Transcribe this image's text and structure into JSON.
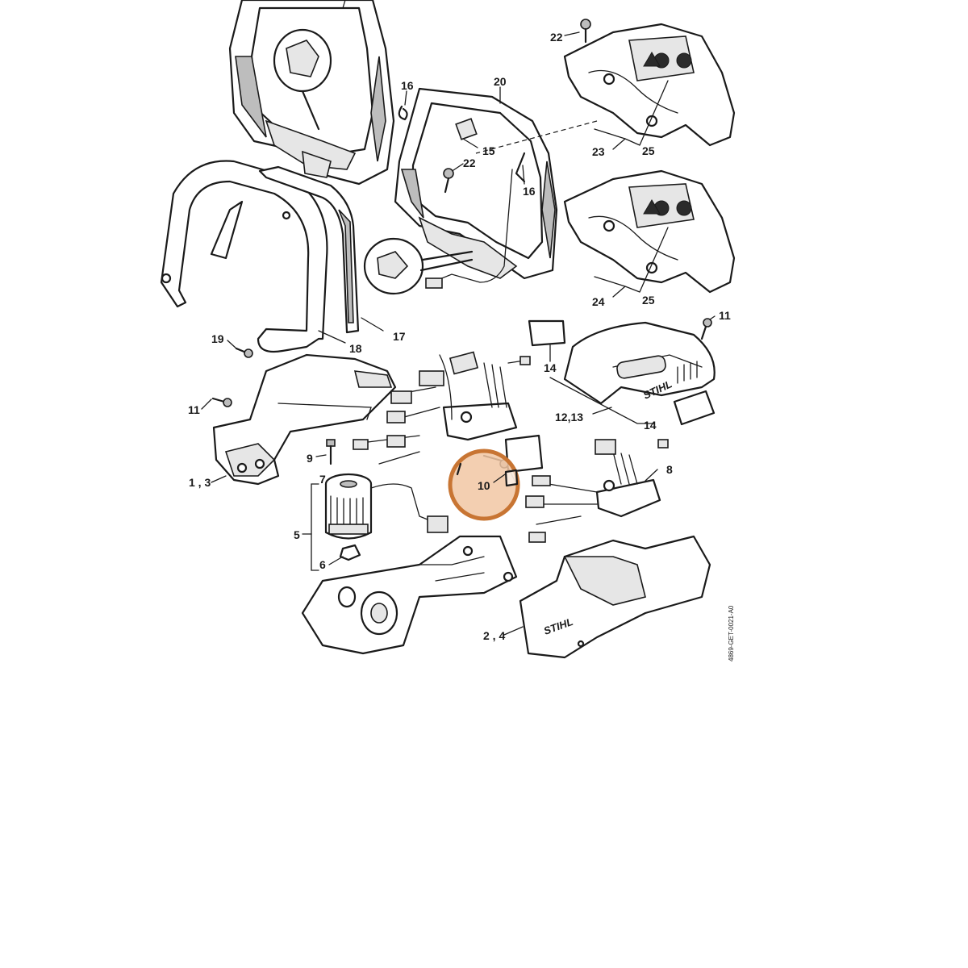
{
  "labels": {
    "p1_3": "1 , 3",
    "p2_4": "2 , 4",
    "p5": "5",
    "p6": "6",
    "p7": "7",
    "p8": "8",
    "p9": "9",
    "p10": "10",
    "p11a": "11",
    "p11b": "11",
    "p12_13": "12,13",
    "p14a": "14",
    "p14b": "14",
    "p15": "15",
    "p16a": "16",
    "p16b": "16",
    "p17": "17",
    "p18": "18",
    "p19": "19",
    "p20": "20",
    "p22a": "22",
    "p22b": "22",
    "p23": "23",
    "p24": "24",
    "p25a": "25",
    "p25b": "25"
  },
  "brand_text": "STIHL",
  "drawing_code": "4869-GET-0021-A0",
  "highlight": {
    "part": "10",
    "color": "#c87533",
    "fill": "#f1c7a3"
  }
}
